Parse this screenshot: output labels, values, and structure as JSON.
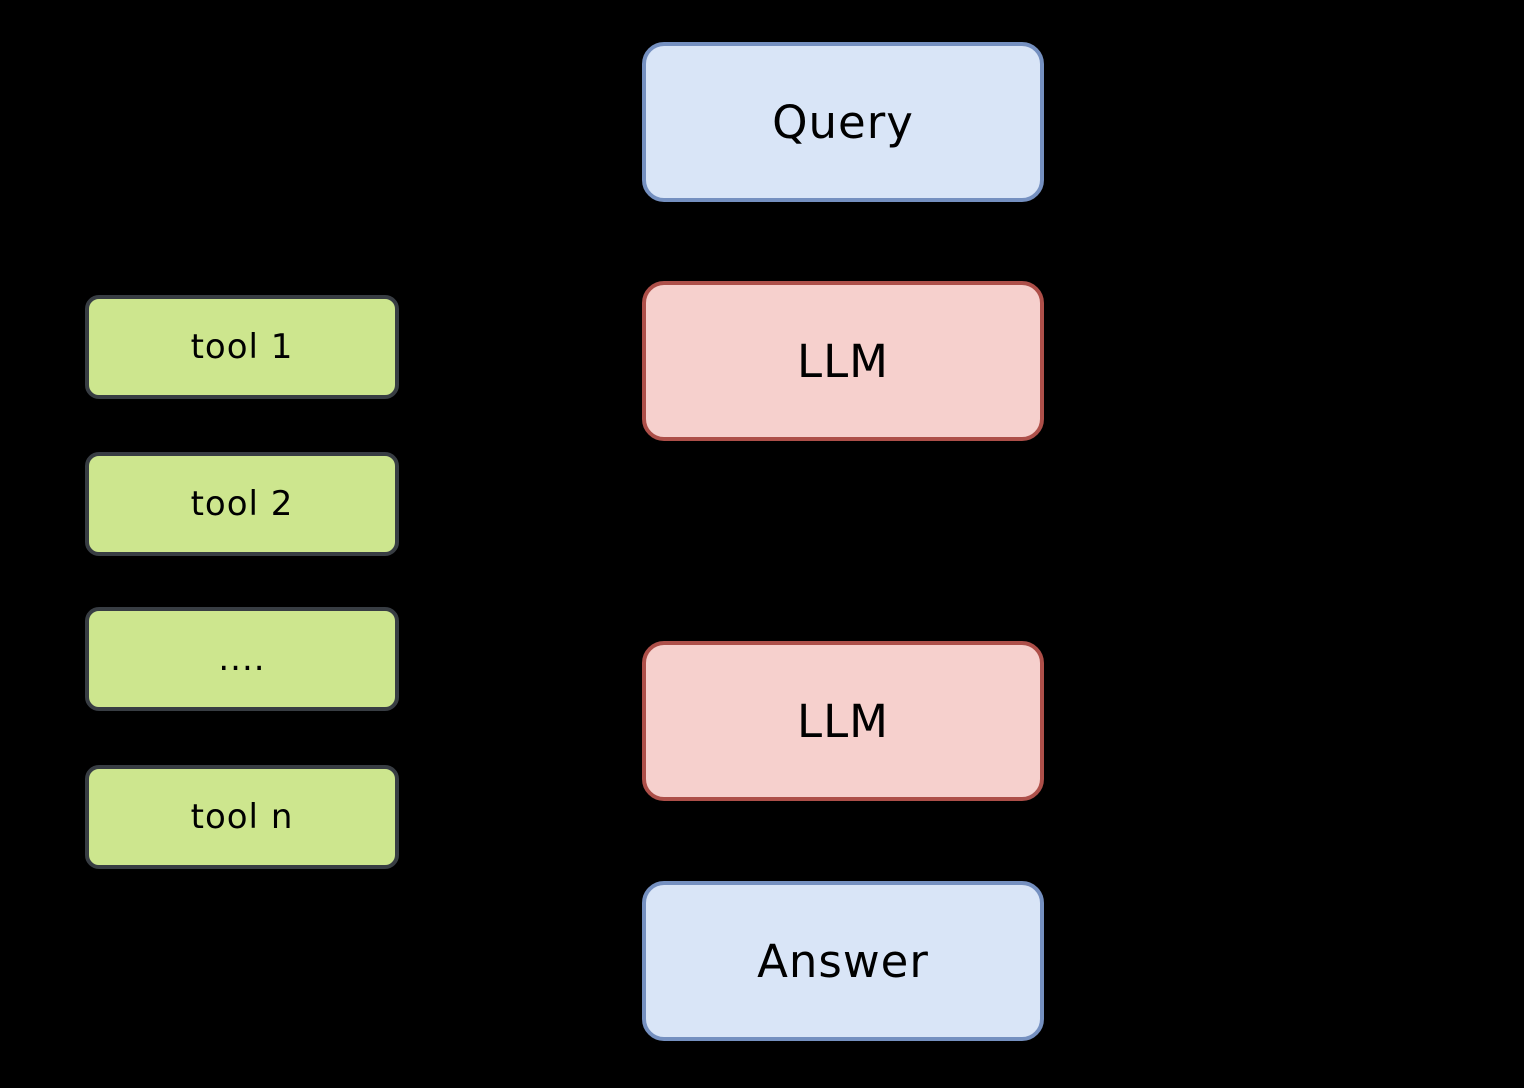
{
  "colors": {
    "background": "#000000",
    "io_fill": "#d9e5f7",
    "io_border": "#7590c0",
    "llm_fill": "#f6d0cd",
    "llm_border": "#ad4f49",
    "tool_fill": "#cde68e",
    "tool_border": "#383d43",
    "text": "#000000"
  },
  "nodes": {
    "query": {
      "label": "Query"
    },
    "llm_top": {
      "label": "LLM"
    },
    "llm_bottom": {
      "label": "LLM"
    },
    "answer": {
      "label": "Answer"
    }
  },
  "tools": {
    "tool_1": {
      "label": "tool 1"
    },
    "tool_2": {
      "label": "tool 2"
    },
    "tool_dots": {
      "label": "...."
    },
    "tool_n": {
      "label": "tool n"
    }
  }
}
